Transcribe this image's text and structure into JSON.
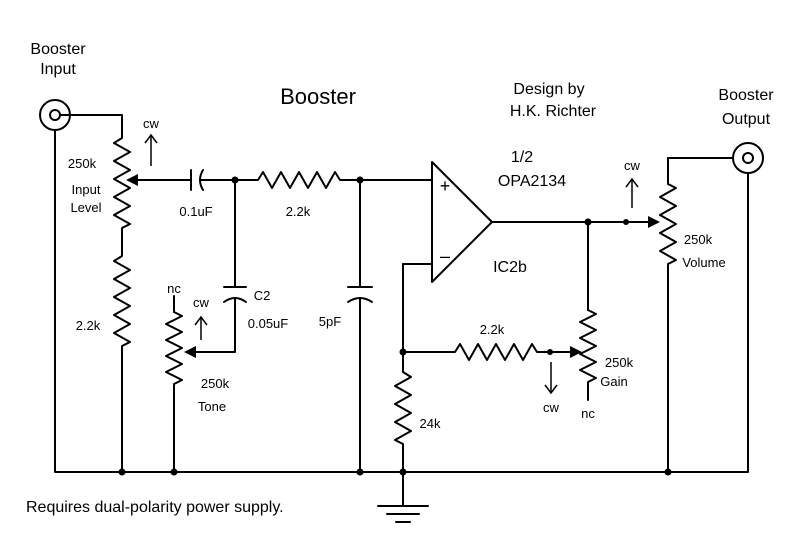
{
  "title": "Booster",
  "design_credit": [
    "Design by",
    "H.K. Richter"
  ],
  "input_jack": [
    "Booster",
    "Input"
  ],
  "output_jack": [
    "Booster",
    "Output"
  ],
  "opamp": {
    "fraction": "1/2",
    "part": "OPA2134",
    "ref": "IC2b",
    "plus": "+",
    "minus": "–"
  },
  "input_pot": {
    "value": "250k",
    "name": [
      "Input",
      "Level"
    ],
    "cw": "cw"
  },
  "cap_input": "0.1uF",
  "res_series": "2.2k",
  "res_input_bottom": "2.2k",
  "cap_c2": {
    "ref": "C2",
    "value": "0.05uF"
  },
  "tone_pot": {
    "value": "250k",
    "name": "Tone",
    "cw": "cw",
    "nc": "nc"
  },
  "cap_5pf": "5pF",
  "res_feedback": "2.2k",
  "res_ground": "24k",
  "gain_pot": {
    "value": "250k",
    "name": "Gain",
    "cw": "cw",
    "nc": "nc"
  },
  "volume_pot": {
    "value": "250k",
    "name": "Volume",
    "cw": "cw"
  },
  "footnote": "Requires dual-polarity power supply."
}
